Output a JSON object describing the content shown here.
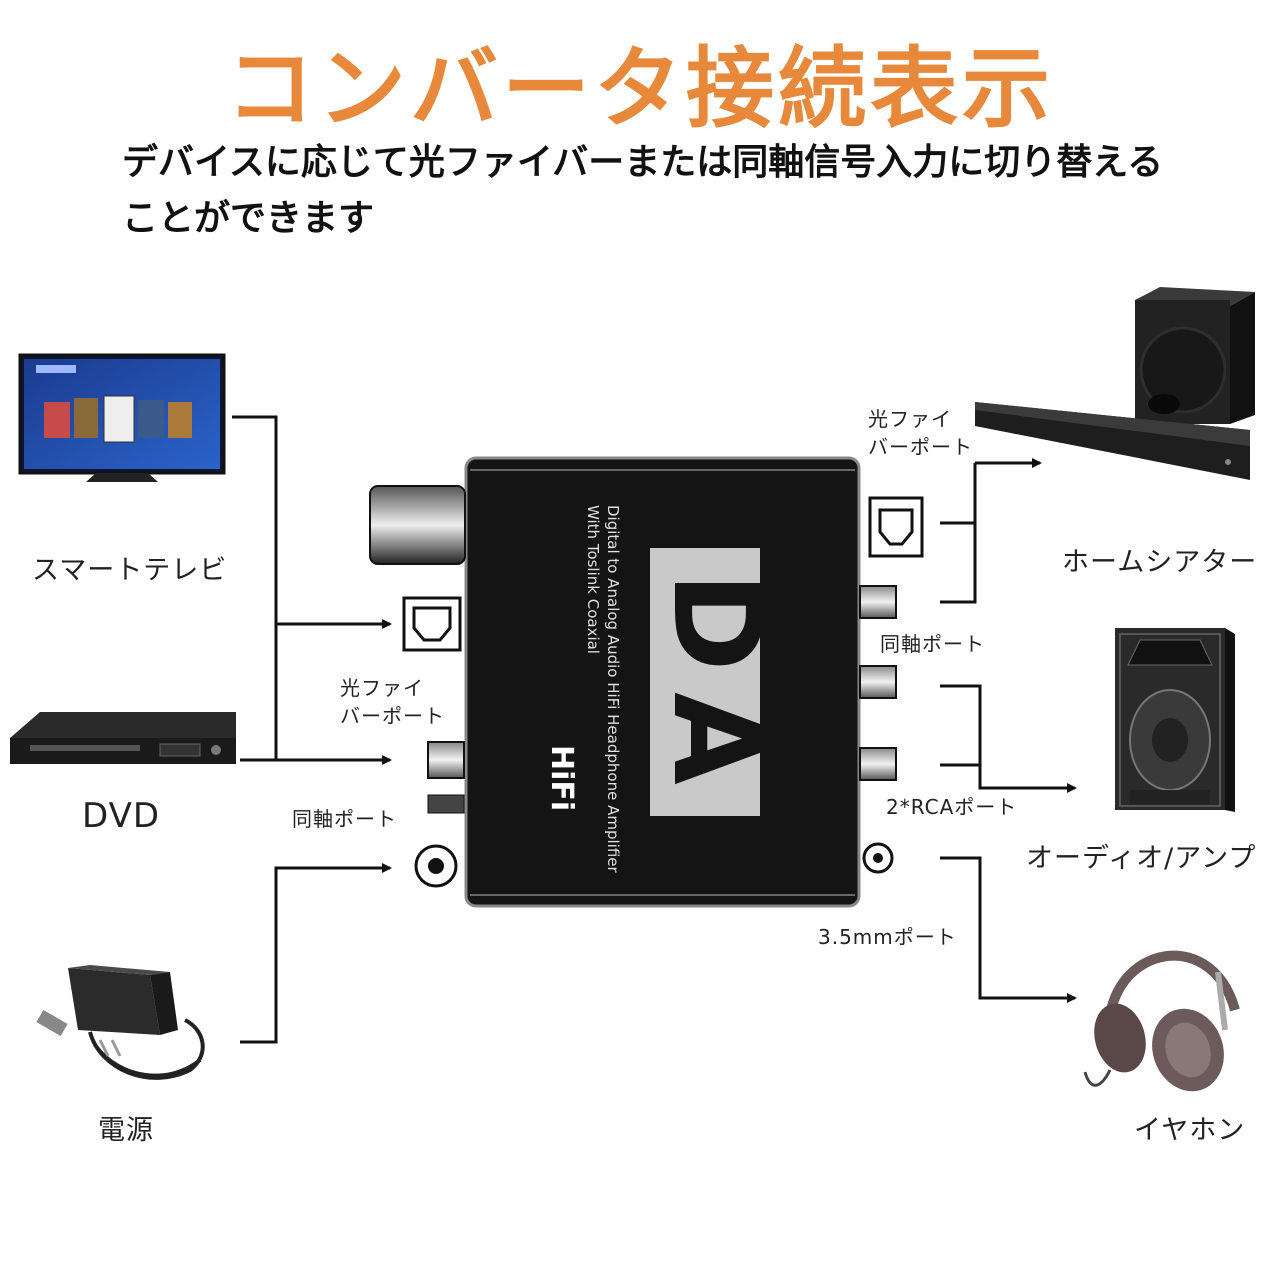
{
  "title": "コンバータ接続表示",
  "subtitle": "デバイスに応じて光ファイバーまたは同軸信号入力に切り替えることができます",
  "devices": {
    "smart_tv": "スマートテレビ",
    "dvd": "DVD",
    "power": "電源",
    "home_theater": "ホームシアター",
    "audio_amp": "オーディオ/アンプ",
    "earphone": "イヤホン"
  },
  "ports": {
    "optical_in_line1": "光ファイ",
    "optical_in_line2": "バーポート",
    "coaxial_in": "同軸ポート",
    "optical_out_line1": "光ファイ",
    "optical_out_line2": "バーポート",
    "coaxial_out": "同軸ポート",
    "rca_out": "2*RCAポート",
    "jack_out": "3.5mmポート"
  },
  "converter": {
    "logo_top": "D",
    "logo_bottom": "A",
    "hifi": "HiFi",
    "desc_line1": "Digital to Analog Audio HiFi Headphone Amplifier",
    "desc_line2": "With Toslink  Coaxial"
  },
  "colors": {
    "title": "#e8883a",
    "converter_body": "#151515",
    "logo_panel": "#c9c9c9",
    "wire": "#111111"
  },
  "icons": {
    "tv": "smart-tv-icon",
    "dvd": "dvd-player-icon",
    "power": "power-adapter-icon",
    "speaker": "soundbar-subwoofer-icon",
    "amp": "speaker-cabinet-icon",
    "headphones": "headphones-icon"
  }
}
